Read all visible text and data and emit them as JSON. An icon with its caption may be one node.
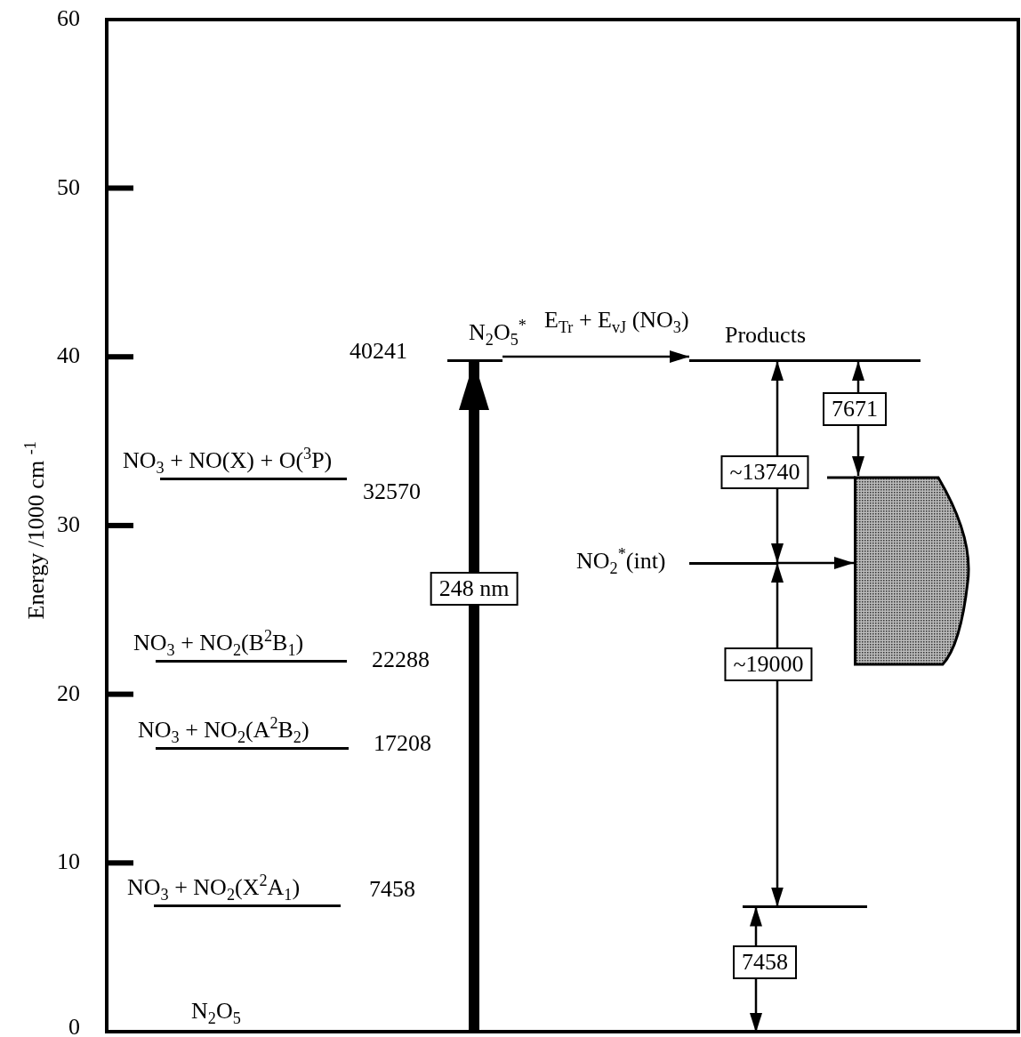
{
  "diagram": {
    "nodes": [
      {
        "text": [
          "N$_{2}$O$_{5}$"
        ]
      },
      {
        "text": [
          "N$_{2}$O$_{5}$$^{*}$"
        ],
        "beside": [
          "40241"
        ]
      },
      {
        "text": [
          "Products"
        ]
      },
      {
        "text": [
          "NO$_{3}$ + NO(X) + O($^{3}$P)"
        ],
        "beside": [
          "32570"
        ]
      },
      {
        "text": [
          "NO$_{3}$ + NO$_{2}$(B$^{2}$B$_{1}$)"
        ],
        "beside": [
          "22288"
        ]
      },
      {
        "text": [
          "NO$_{3}$ + NO$_{2}$(A$^{2}$B$_{2}$)"
        ],
        "beside": [
          "17208"
        ]
      },
      {
        "text": [
          "NO$_{3}$ + NO$_{2}$(X$^{2}$A$_{1}$)"
        ],
        "beside": [
          "7458"
        ]
      },
      {
        "text": [
          "NO$_{2}$$^{*}$(int)"
        ]
      },
      {
        "text": [],
        "shape": "box"
      },
      {
        "text": [],
        "shape": "bar"
      }
    ],
    "edges": [
      {
        "from": 0,
        "to": 1,
        "arrow": "to",
        "label": "248 nm",
        "style": "thick"
      },
      {
        "from": 1,
        "to": 2,
        "arrow": "to"
      },
      {
        "from": 2,
        "to": 7,
        "arrow": "both",
        "label": "~13740"
      },
      {
        "from": 2,
        "to": 8,
        "arrow": "both",
        "label": "7671"
      },
      {
        "from": 7,
        "to": 9,
        "arrow": "both",
        "label": "~19000"
      },
      {
        "from": 9,
        "to": 0,
        "arrow": "both",
        "label": "7458"
      },
      {
        "from": 7,
        "to": 8,
        "arrow": "to"
      }
    ],
    "labels": [
      "60",
      "50",
      "40",
      "30",
      "20",
      "10",
      "0",
      "Energy /1000 cm $^{-1}$",
      "E$_{Tr}$ + E$_{vJ}$ (NO$_{3}$)"
    ]
  }
}
